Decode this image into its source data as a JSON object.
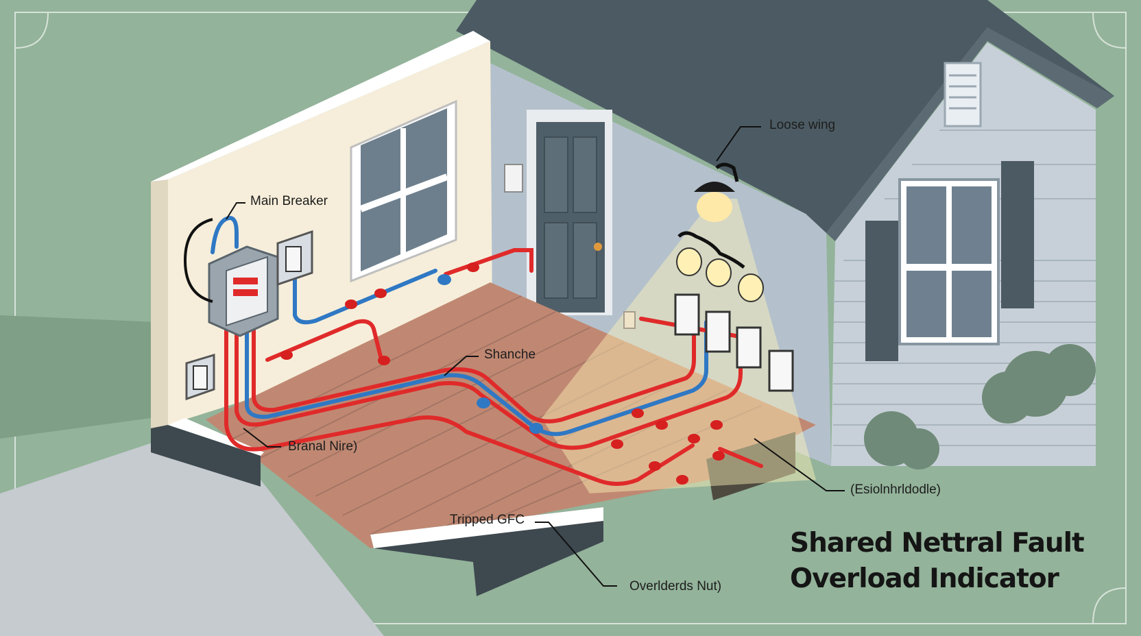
{
  "title": {
    "line1": "Shared Nettral Fault",
    "line2": "Overload Indicator"
  },
  "callouts": {
    "main_breaker": "Main Breaker",
    "loose_wiring": "Loose wing",
    "shanche": "Shanche",
    "branch_wire": "Branal Nire)",
    "tripped_gfci": "Tripped GFC",
    "overloaded_nuts": "Overlderds Nut)",
    "junction": "(Esiolnhrldodle)"
  },
  "colors": {
    "background": "#93b39a",
    "hot_wire": "#e02a2a",
    "neutral_wire": "#2f78c4",
    "roof": "#4c5b63",
    "siding": "#c7d0d8",
    "interior_wall": "#f6eeda",
    "floor": "#c08872"
  }
}
